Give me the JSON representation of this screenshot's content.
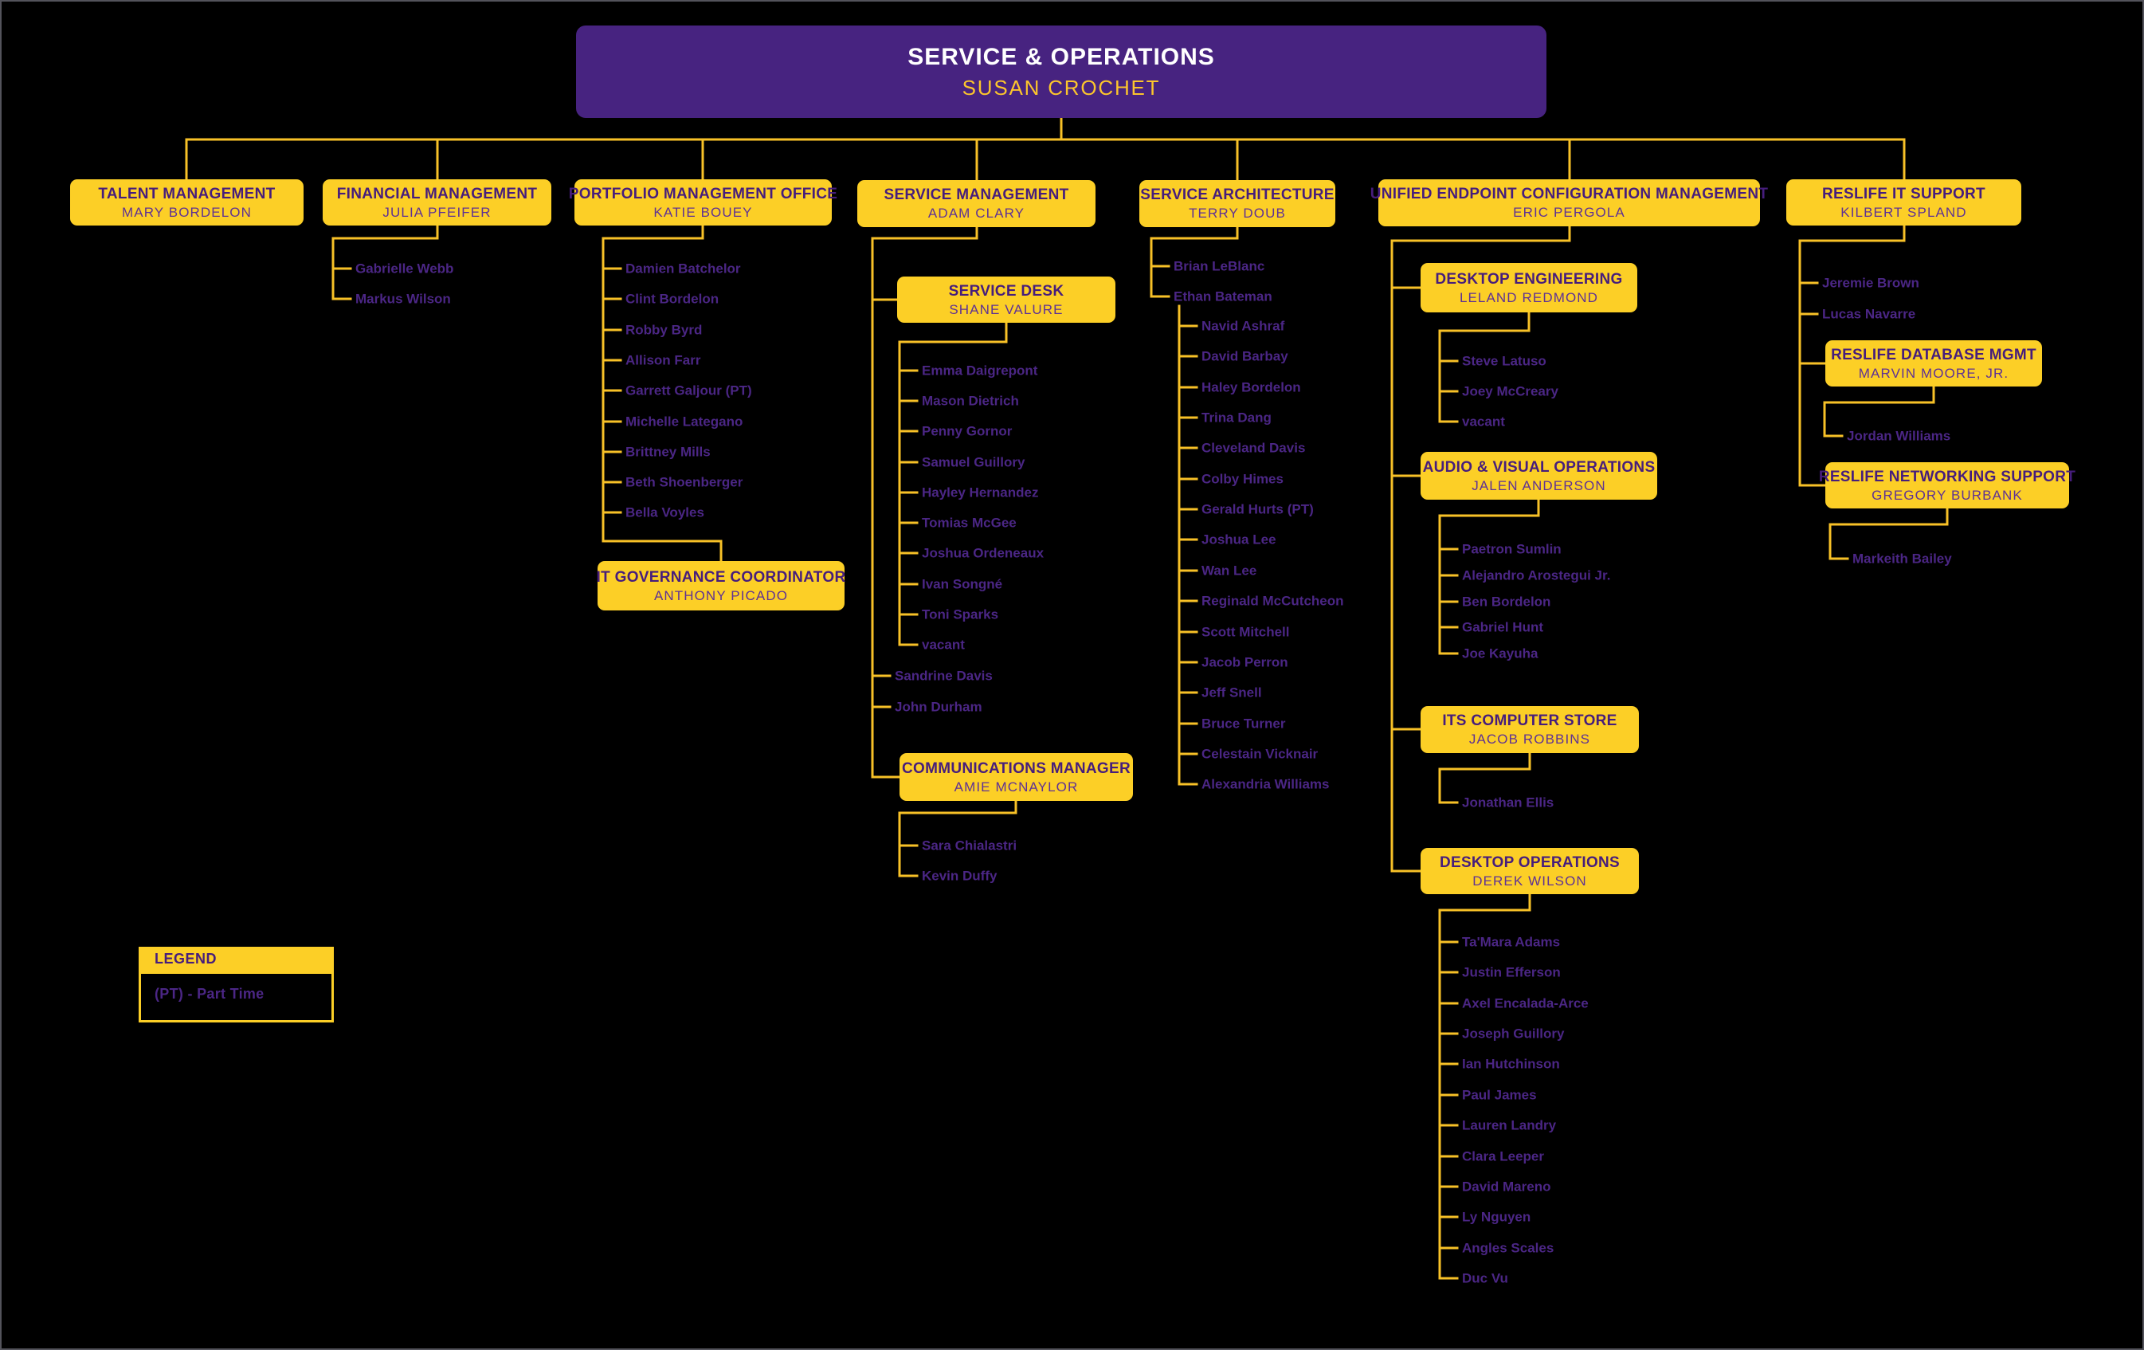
{
  "root": {
    "department": "SERVICE & OPERATIONS",
    "manager": "SUSAN CROCHET"
  },
  "departments": {
    "talent": {
      "name": "TALENT MANAGEMENT",
      "manager": "MARY BORDELON",
      "reports": []
    },
    "financial": {
      "name": "FINANCIAL MANAGEMENT",
      "manager": "JULIA PFEIFER",
      "reports": [
        "Gabrielle Webb",
        "Markus Wilson"
      ]
    },
    "pmo": {
      "name": "PORTFOLIO MANAGEMENT OFFICE",
      "manager": "KATIE BOUEY",
      "reports": [
        "Damien Batchelor",
        "Clint Bordelon",
        "Robby Byrd",
        "Allison Farr",
        "Garrett Galjour (PT)",
        "Michelle Lategano",
        "Brittney Mills",
        "Beth Shoenberger",
        "Bella Voyles"
      ]
    },
    "itgov": {
      "name": "IT GOVERNANCE COORDINATOR",
      "manager": "ANTHONY PICADO",
      "reports": []
    },
    "service_mgmt": {
      "name": "SERVICE MANAGEMENT",
      "manager": "ADAM CLARY",
      "reports": [
        "Sandrine Davis",
        "John Durham"
      ]
    },
    "service_desk": {
      "name": "SERVICE DESK",
      "manager": "SHANE VALURE",
      "reports": [
        "Emma Daigrepont",
        "Mason Dietrich",
        "Penny Gornor",
        "Samuel Guillory",
        "Hayley Hernandez",
        "Tomias McGee",
        "Joshua Ordeneaux",
        "Ivan Songné",
        "Toni Sparks",
        "vacant"
      ]
    },
    "comms": {
      "name": "COMMUNICATIONS MANAGER",
      "manager": "AMIE MCNAYLOR",
      "reports": [
        "Sara Chialastri",
        "Kevin Duffy"
      ]
    },
    "service_arch": {
      "name": "SERVICE ARCHITECTURE",
      "manager": "TERRY DOUB",
      "reports": [
        "Brian LeBlanc",
        "Ethan Bateman"
      ],
      "sub_reports": [
        "Navid Ashraf",
        "David Barbay",
        "Haley Bordelon",
        "Trina Dang",
        "Cleveland Davis",
        "Colby Himes",
        "Gerald Hurts (PT)",
        "Joshua Lee",
        "Wan Lee",
        "Reginald McCutcheon",
        "Scott Mitchell",
        "Jacob Perron",
        "Jeff Snell",
        "Bruce Turner",
        "Celestain Vicknair",
        "Alexandria Williams"
      ]
    },
    "uecm": {
      "name": "UNIFIED ENDPOINT CONFIGURATION MANAGEMENT",
      "manager": "ERIC PERGOLA",
      "reports": []
    },
    "desktop_eng": {
      "name": "DESKTOP ENGINEERING",
      "manager": "LELAND REDMOND",
      "reports": [
        "Steve Latuso",
        "Joey McCreary",
        "vacant"
      ]
    },
    "av_ops": {
      "name": "AUDIO & VISUAL OPERATIONS",
      "manager": "JALEN ANDERSON",
      "reports": [
        "Paetron Sumlin",
        "Alejandro Arostegui Jr.",
        "Ben Bordelon",
        "Gabriel Hunt",
        "Joe Kayuha"
      ]
    },
    "computer_store": {
      "name": "ITS COMPUTER STORE",
      "manager": "JACOB ROBBINS",
      "reports": [
        "Jonathan Ellis"
      ]
    },
    "desktop_ops": {
      "name": "DESKTOP OPERATIONS",
      "manager": "DEREK WILSON",
      "reports": [
        "Ta'Mara Adams",
        "Justin Efferson",
        "Axel Encalada-Arce",
        "Joseph Guillory",
        "Ian Hutchinson",
        "Paul James",
        "Lauren Landry",
        "Clara Leeper",
        "David Mareno",
        "Ly Nguyen",
        "Angles Scales",
        "Duc Vu"
      ]
    },
    "reslife": {
      "name": "RESLIFE IT SUPPORT",
      "manager": "KILBERT SPLAND",
      "reports": [
        "Jeremie Brown",
        "Lucas Navarre"
      ]
    },
    "reslife_db": {
      "name": "RESLIFE DATABASE MGMT",
      "manager": "MARVIN MOORE, JR.",
      "reports": [
        "Jordan Williams"
      ]
    },
    "reslife_net": {
      "name": "RESLIFE NETWORKING SUPPORT",
      "manager": "GREGORY BURBANK",
      "reports": [
        "Markeith Bailey"
      ]
    }
  },
  "legend": {
    "header": "LEGEND",
    "entries": [
      "(PT) - Part Time"
    ]
  },
  "colors": {
    "background": "#000000",
    "header_purple": "#472380",
    "gold": "#FCCF26",
    "line_gold": "#F7C127",
    "title_purple": "#461D7C",
    "manager_purple": "#5E3195",
    "name_purple": "#4B2685",
    "top_manager_gold": "#FCC52C",
    "top_title_white": "#FFFFFF"
  }
}
